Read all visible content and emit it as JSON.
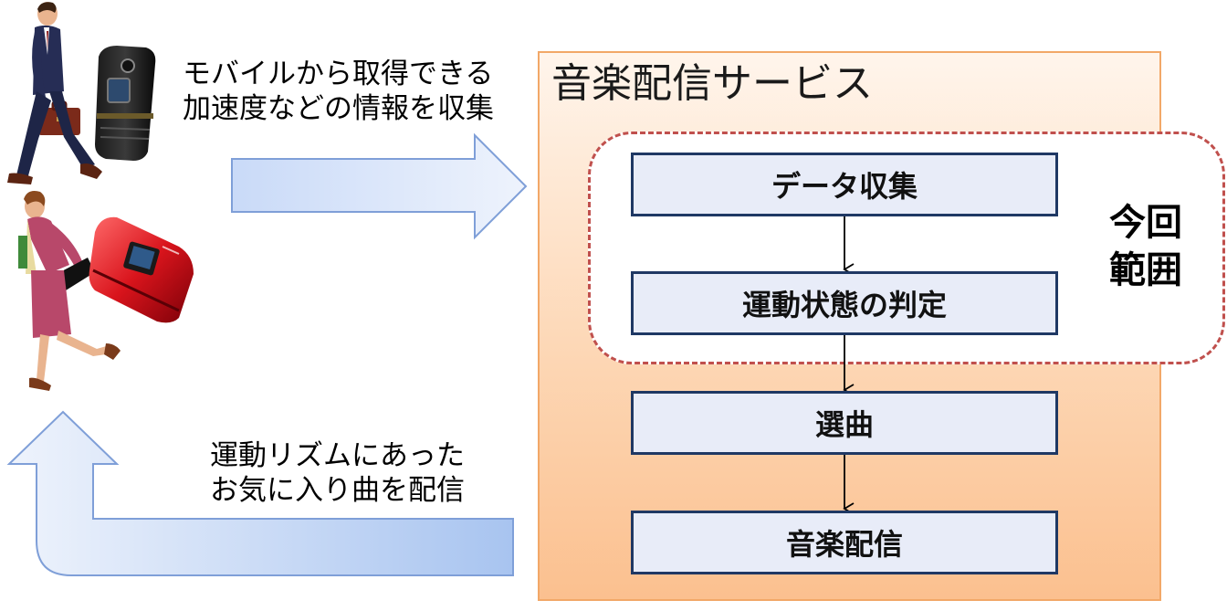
{
  "captions": {
    "top_line1": "モバイルから取得できる",
    "top_line2": "加速度などの情報を収集",
    "bottom_line1": "運動リズムにあった",
    "bottom_line2": "お気に入り曲を配信"
  },
  "service": {
    "title": "音楽配信サービス"
  },
  "scope": {
    "label_line1": "今回",
    "label_line2": "範囲"
  },
  "steps": [
    {
      "label": "データ収集"
    },
    {
      "label": "運動状態の判定"
    },
    {
      "label": "選曲"
    },
    {
      "label": "音楽配信"
    }
  ],
  "colors": {
    "service_border": "#f2a868",
    "scope_border": "#c0504d",
    "step_border": "#1f3864",
    "step_fill": "#e8ecf8",
    "arrow_fill_light": "#eef3fc",
    "arrow_fill_dark": "#a8c4f0",
    "arrow_stroke": "#7f9fd8"
  }
}
